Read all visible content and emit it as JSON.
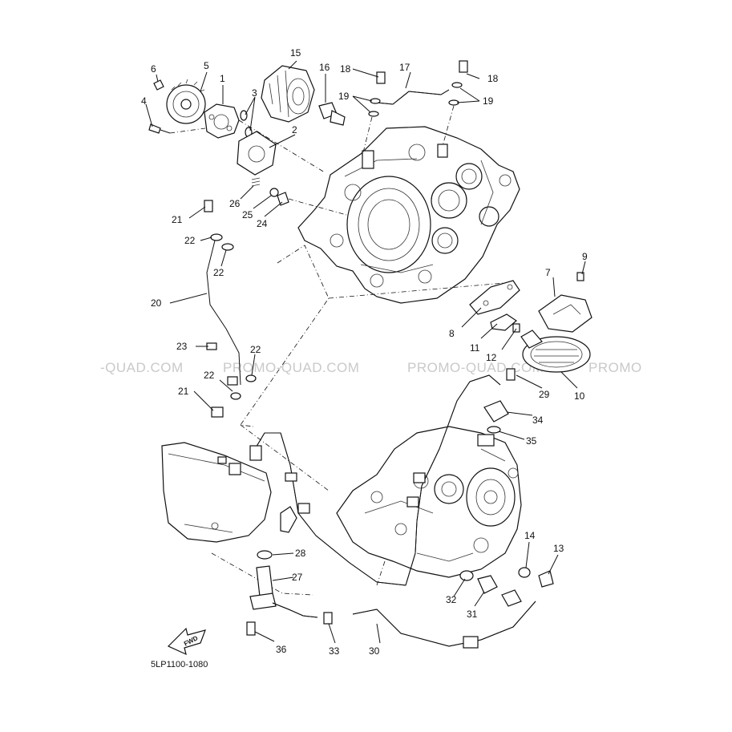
{
  "watermarks": [
    "-QUAD.COM",
    "PROMO-QUAD.COM",
    "PROMO-QUAD.COM",
    "PROMO"
  ],
  "diagram_code": "5LP1100-1080",
  "fwd_label": "FWD",
  "callouts": {
    "c1": "1",
    "c2": "2",
    "c3": "3",
    "c4": "4",
    "c5": "5",
    "c6": "6",
    "c7": "7",
    "c8": "8",
    "c9": "9",
    "c10": "10",
    "c11": "11",
    "c12": "12",
    "c13": "13",
    "c14": "14",
    "c15": "15",
    "c16": "16",
    "c17": "17",
    "c18a": "18",
    "c18b": "18",
    "c19a": "19",
    "c19b": "19",
    "c20": "20",
    "c21a": "21",
    "c21b": "21",
    "c22a": "22",
    "c22b": "22",
    "c22c": "22",
    "c22d": "22",
    "c23": "23",
    "c24": "24",
    "c25": "25",
    "c26": "26",
    "c27": "27",
    "c28": "28",
    "c29": "29",
    "c30": "30",
    "c31": "31",
    "c32": "32",
    "c33": "33",
    "c34": "34",
    "c35": "35",
    "c36": "36"
  }
}
